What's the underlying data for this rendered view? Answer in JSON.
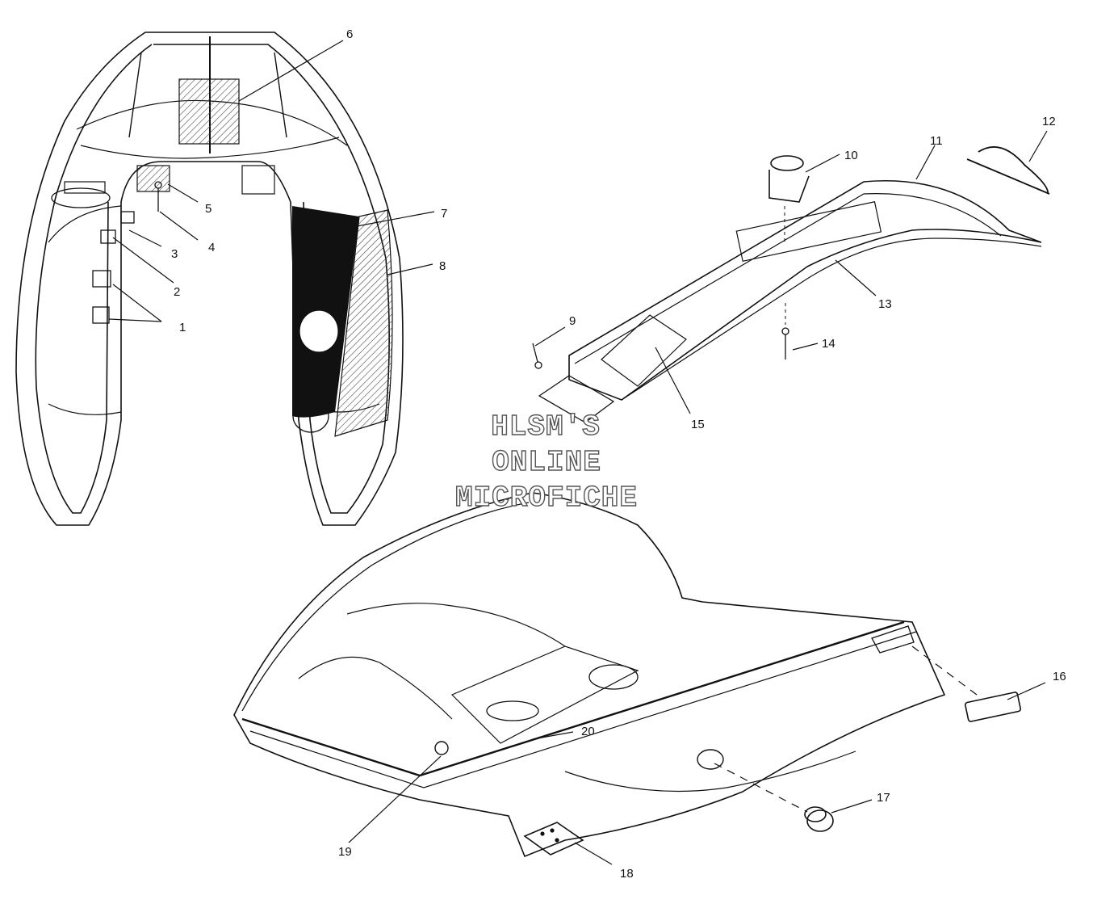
{
  "callouts": [
    "1",
    "2",
    "3",
    "4",
    "5",
    "6",
    "7",
    "8",
    "9",
    "10",
    "11",
    "12",
    "13",
    "14",
    "15",
    "16",
    "17",
    "18",
    "19",
    "20"
  ],
  "watermark": {
    "line1": "HLSM'S",
    "line2": "ONLINE",
    "line3": "MICROFICHE"
  },
  "colors": {
    "ink": "#111111",
    "hatch": "#555555",
    "background": "#ffffff"
  }
}
